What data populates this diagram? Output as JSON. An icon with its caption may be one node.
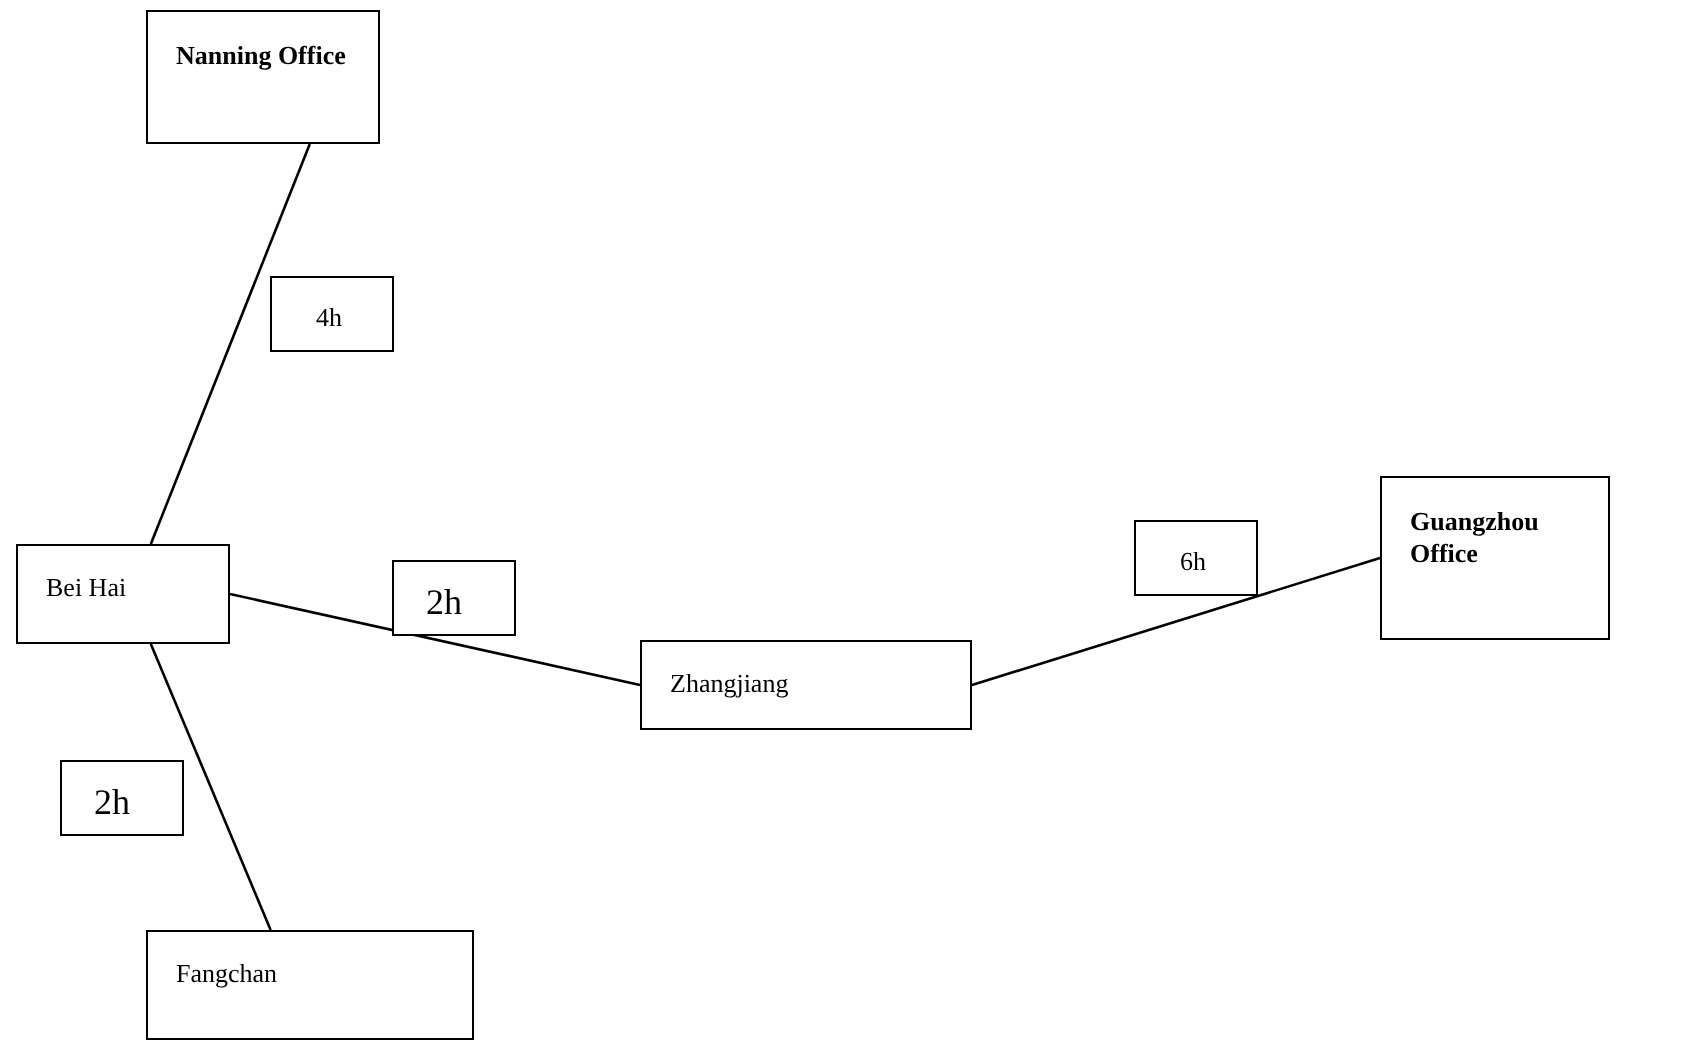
{
  "diagram": {
    "nodes": [
      {
        "text": [
          "Nanning Office"
        ]
      },
      {
        "text": [
          "Bei Hai"
        ]
      },
      {
        "text": [
          "Zhangjiang"
        ]
      },
      {
        "text": [
          "Guangzhou Office"
        ]
      },
      {
        "text": [
          "Fangchan"
        ]
      }
    ],
    "edges": [
      {
        "from": 0,
        "to": 1,
        "arrow": "none",
        "label": "4h"
      },
      {
        "from": 1,
        "to": 2,
        "arrow": "none",
        "label": "2h"
      },
      {
        "from": 2,
        "to": 3,
        "arrow": "none",
        "label": "6h"
      },
      {
        "from": 1,
        "to": 4,
        "arrow": "none",
        "label": "2h"
      }
    ]
  }
}
